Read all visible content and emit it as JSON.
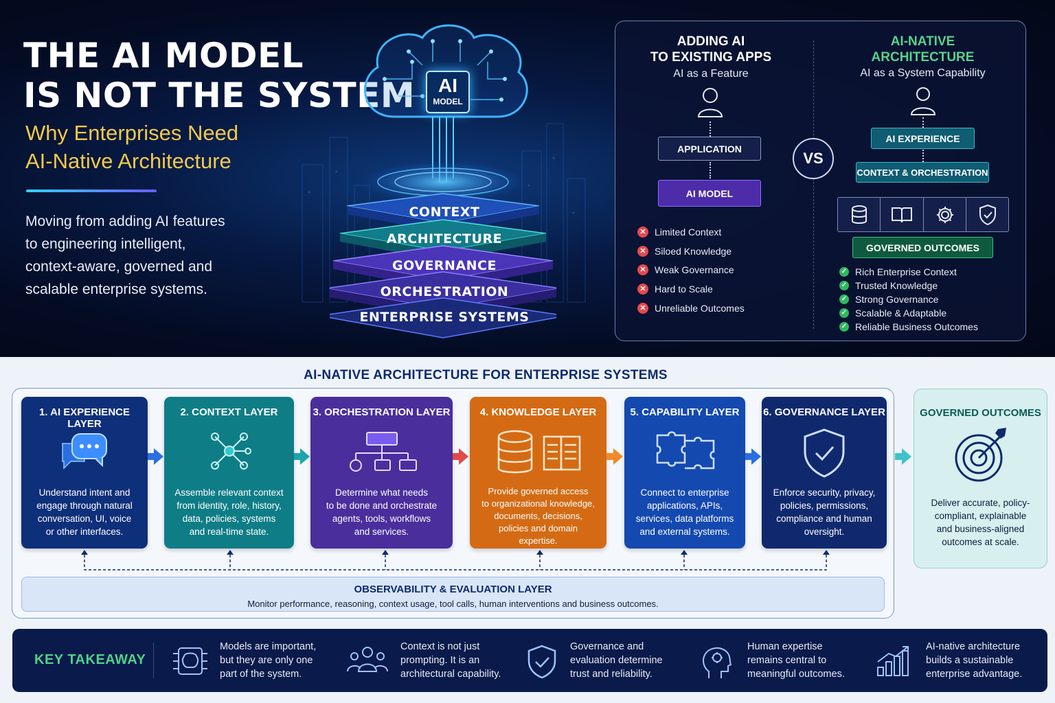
{
  "hero": {
    "title": "THE AI MODEL\nIS NOT THE SYSTEM",
    "subtitle": "Why Enterprises Need\nAI-Native Architecture",
    "intro": "Moving from adding AI features\nto engineering intelligent,\ncontext-aware, governed and\nscalable enterprise systems.",
    "chip_big": "AI",
    "chip_small": "MODEL",
    "stack": [
      "CONTEXT",
      "ARCHITECTURE",
      "GOVERNANCE",
      "ORCHESTRATION",
      "ENTERPRISE SYSTEMS"
    ]
  },
  "compare": {
    "left": {
      "heading": "ADDING AI\nTO EXISTING APPS",
      "sub": "AI as a Feature",
      "boxes": [
        "APPLICATION",
        "AI MODEL"
      ],
      "issues": [
        "Limited Context",
        "Siloed Knowledge",
        "Weak Governance",
        "Hard to Scale",
        "Unreliable Outcomes"
      ]
    },
    "vs": "VS",
    "right": {
      "heading": "AI-NATIVE\nARCHITECTURE",
      "sub": "AI as a System Capability",
      "boxes": [
        "AI EXPERIENCE",
        "CONTEXT & ORCHESTRATION",
        "GOVERNED OUTCOMES"
      ],
      "benefits": [
        "Rich Enterprise Context",
        "Trusted Knowledge",
        "Strong Governance",
        "Scalable & Adaptable",
        "Reliable Business Outcomes"
      ]
    }
  },
  "arch": {
    "title": "AI-NATIVE ARCHITECTURE FOR ENTERPRISE SYSTEMS",
    "layers": [
      {
        "title": "1. AI EXPERIENCE LAYER",
        "desc": "Understand intent and\nengage through natural\nconversation, UI, voice\nor other interfaces.",
        "color": "#0e2f7a",
        "icon": "chat-bubbles-icon"
      },
      {
        "title": "2. CONTEXT LAYER",
        "desc": "Assemble relevant context\nfrom identity, role, history,\ndata, policies, systems\nand real-time state.",
        "color": "#0f7d86",
        "icon": "network-nodes-icon"
      },
      {
        "title": "3. ORCHESTRATION LAYER",
        "desc": "Determine what needs\nto be done and orchestrate\nagents, tools, workflows\nand services.",
        "color": "#4a2e9c",
        "icon": "workflow-tree-icon"
      },
      {
        "title": "4. KNOWLEDGE LAYER",
        "desc": "Provide governed access\nto organizational knowledge,\ndocuments, decisions,\npolicies and domain\nexpertise.",
        "color": "#d46b14",
        "icon": "database-book-icon"
      },
      {
        "title": "5. CAPABILITY LAYER",
        "desc": "Connect to enterprise\napplications, APIs,\nservices, data platforms\nand external systems.",
        "color": "#1449b0",
        "icon": "puzzle-icon"
      },
      {
        "title": "6. GOVERNANCE LAYER",
        "desc": "Enforce security, privacy,\npolicies, permissions,\ncompliance and human\noversight.",
        "color": "#10296e",
        "icon": "shield-check-icon"
      }
    ],
    "outcome": {
      "title": "GOVERNED OUTCOMES",
      "desc": "Deliver accurate, policy-\ncompliant, explainable\nand business-aligned\noutcomes at scale."
    },
    "observability": {
      "title": "OBSERVABILITY & EVALUATION LAYER",
      "desc": "Monitor performance, reasoning, context usage, tool calls, human interventions and business outcomes."
    }
  },
  "takeaway": {
    "label": "KEY TAKEAWAY",
    "items": [
      {
        "icon": "chip-brain-icon",
        "text": "Models are important,\nbut they are only one\npart of the system."
      },
      {
        "icon": "people-group-icon",
        "text": "Context is not just\nprompting. It is an\narchitectural capability."
      },
      {
        "icon": "shield-check-icon",
        "text": "Governance and\nevaluation determine\ntrust and reliability."
      },
      {
        "icon": "human-head-icon",
        "text": "Human expertise\nremains central to\nmeaningful outcomes."
      },
      {
        "icon": "growth-chart-icon",
        "text": "AI-native architecture\nbuilds a sustainable\nenterprise advantage."
      }
    ]
  }
}
